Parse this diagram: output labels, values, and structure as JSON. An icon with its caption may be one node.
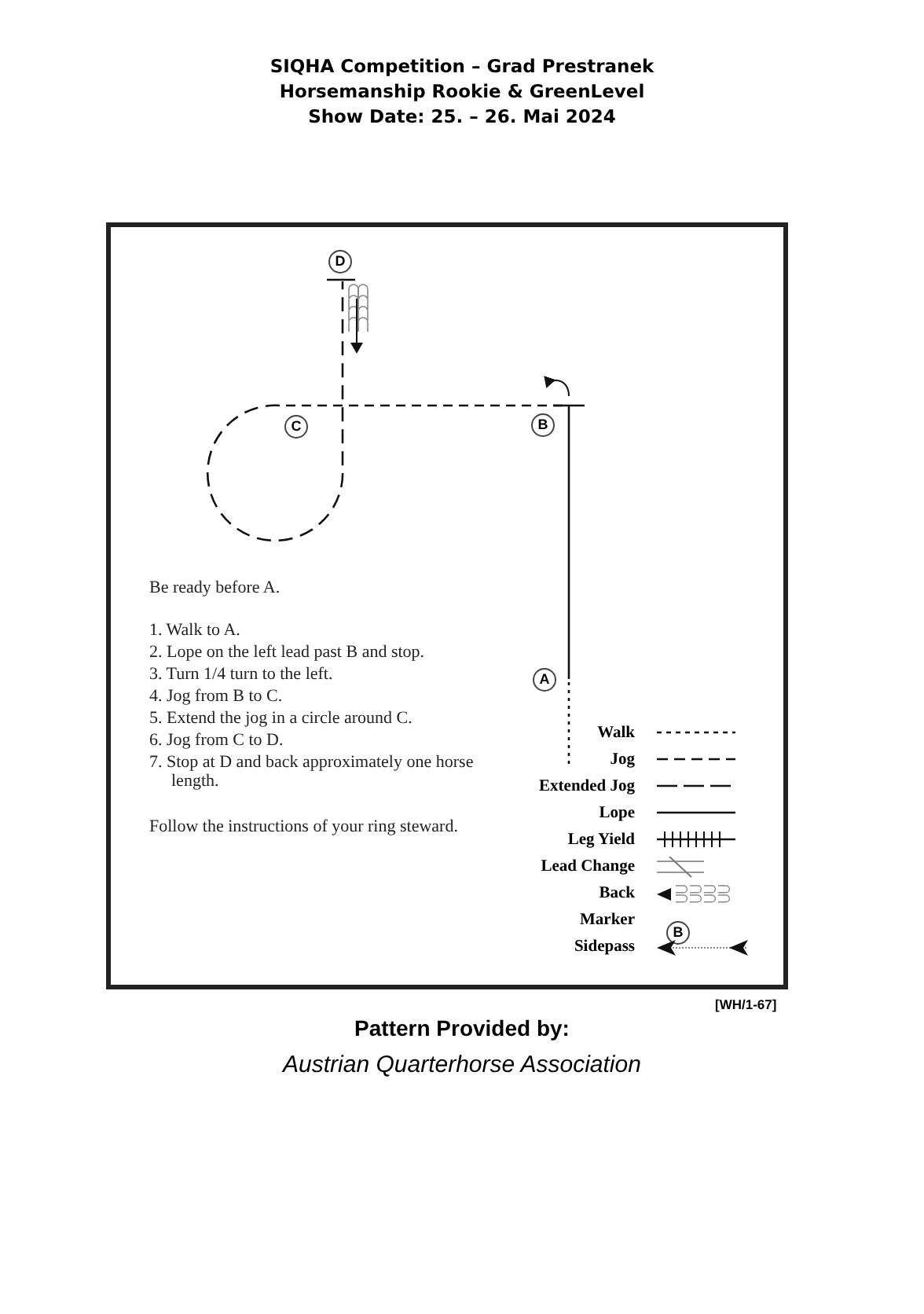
{
  "diagram": {
    "title": "SIQHA Competition –  Grad Prestranek",
    "nodes": [
      {
        "text": [
          "D"
        ]
      },
      {
        "text": [
          "C"
        ]
      },
      {
        "text": [
          "B"
        ]
      },
      {
        "text": [
          "A"
        ]
      },
      {
        "text": [
          "B"
        ]
      }
    ],
    "labels": [
      "Horsemanship Rookie & GreenLevel",
      "Show Date: 25. – 26. Mai 2024",
      "Be ready before A.",
      "1. Walk to A.",
      "2. Lope on the left lead past B and stop.",
      "3. Turn 1/4 turn to the left.",
      "4. Jog from B to C.",
      "5. Extend the jog in a circle around C.",
      "6. Jog from C to D.",
      "7. Stop at D and back approximately one horse length.",
      "Follow the instructions of  your ring steward.",
      "[WH/1-67]",
      "Pattern Provided by:",
      "Austrian Quarterhorse Association"
    ],
    "legend": [
      {
        "text": "Walk"
      },
      {
        "text": "Jog"
      },
      {
        "text": "Extended Jog"
      },
      {
        "text": "Lope"
      },
      {
        "text": "Leg Yield"
      },
      {
        "text": "Lead Change"
      },
      {
        "text": "Back"
      },
      {
        "text": "Marker"
      },
      {
        "text": "Sidepass"
      }
    ]
  }
}
